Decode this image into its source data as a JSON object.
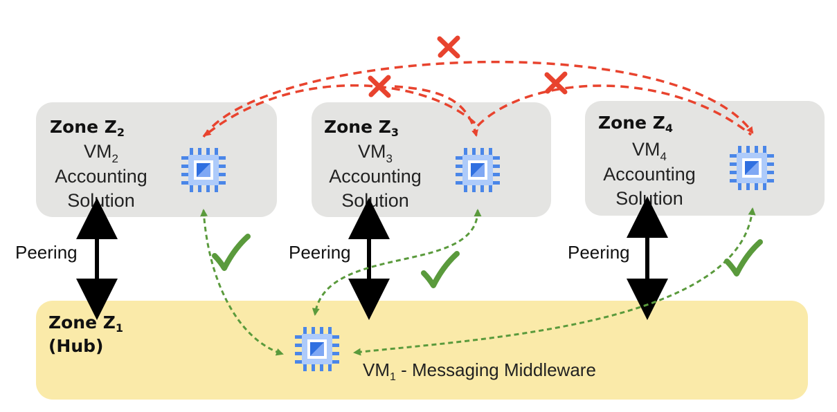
{
  "colors": {
    "zone_background": "#e4e4e2",
    "hub_background": "#faeaa9",
    "chip_outer": "#4a86e8",
    "chip_inner": "#aecbfa",
    "allowed_flow": "#5a9a3c",
    "blocked_flow": "#e8432e",
    "peering_arrow": "#000000"
  },
  "zones": [
    {
      "label": "Zone Z",
      "sub": "2",
      "vm": "VM",
      "vm_sub": "2",
      "line2": "Accounting",
      "line3": "Solution"
    },
    {
      "label": "Zone Z",
      "sub": "3",
      "vm": "VM",
      "vm_sub": "3",
      "line2": "Accounting",
      "line3": "Solution"
    },
    {
      "label": "Zone Z",
      "sub": "4",
      "vm": "VM",
      "vm_sub": "4",
      "line2": "Accounting",
      "line3": "Solution"
    }
  ],
  "hub": {
    "label": "Zone Z",
    "sub": "1",
    "line2": "(Hub)",
    "vm": "VM",
    "vm_sub": "1",
    "vm_desc": " - Messaging Middleware"
  },
  "peering_label": "Peering",
  "icons": {
    "chip": "cpu-chip-icon",
    "allowed": "checkmark-icon",
    "blocked": "cross-icon"
  }
}
